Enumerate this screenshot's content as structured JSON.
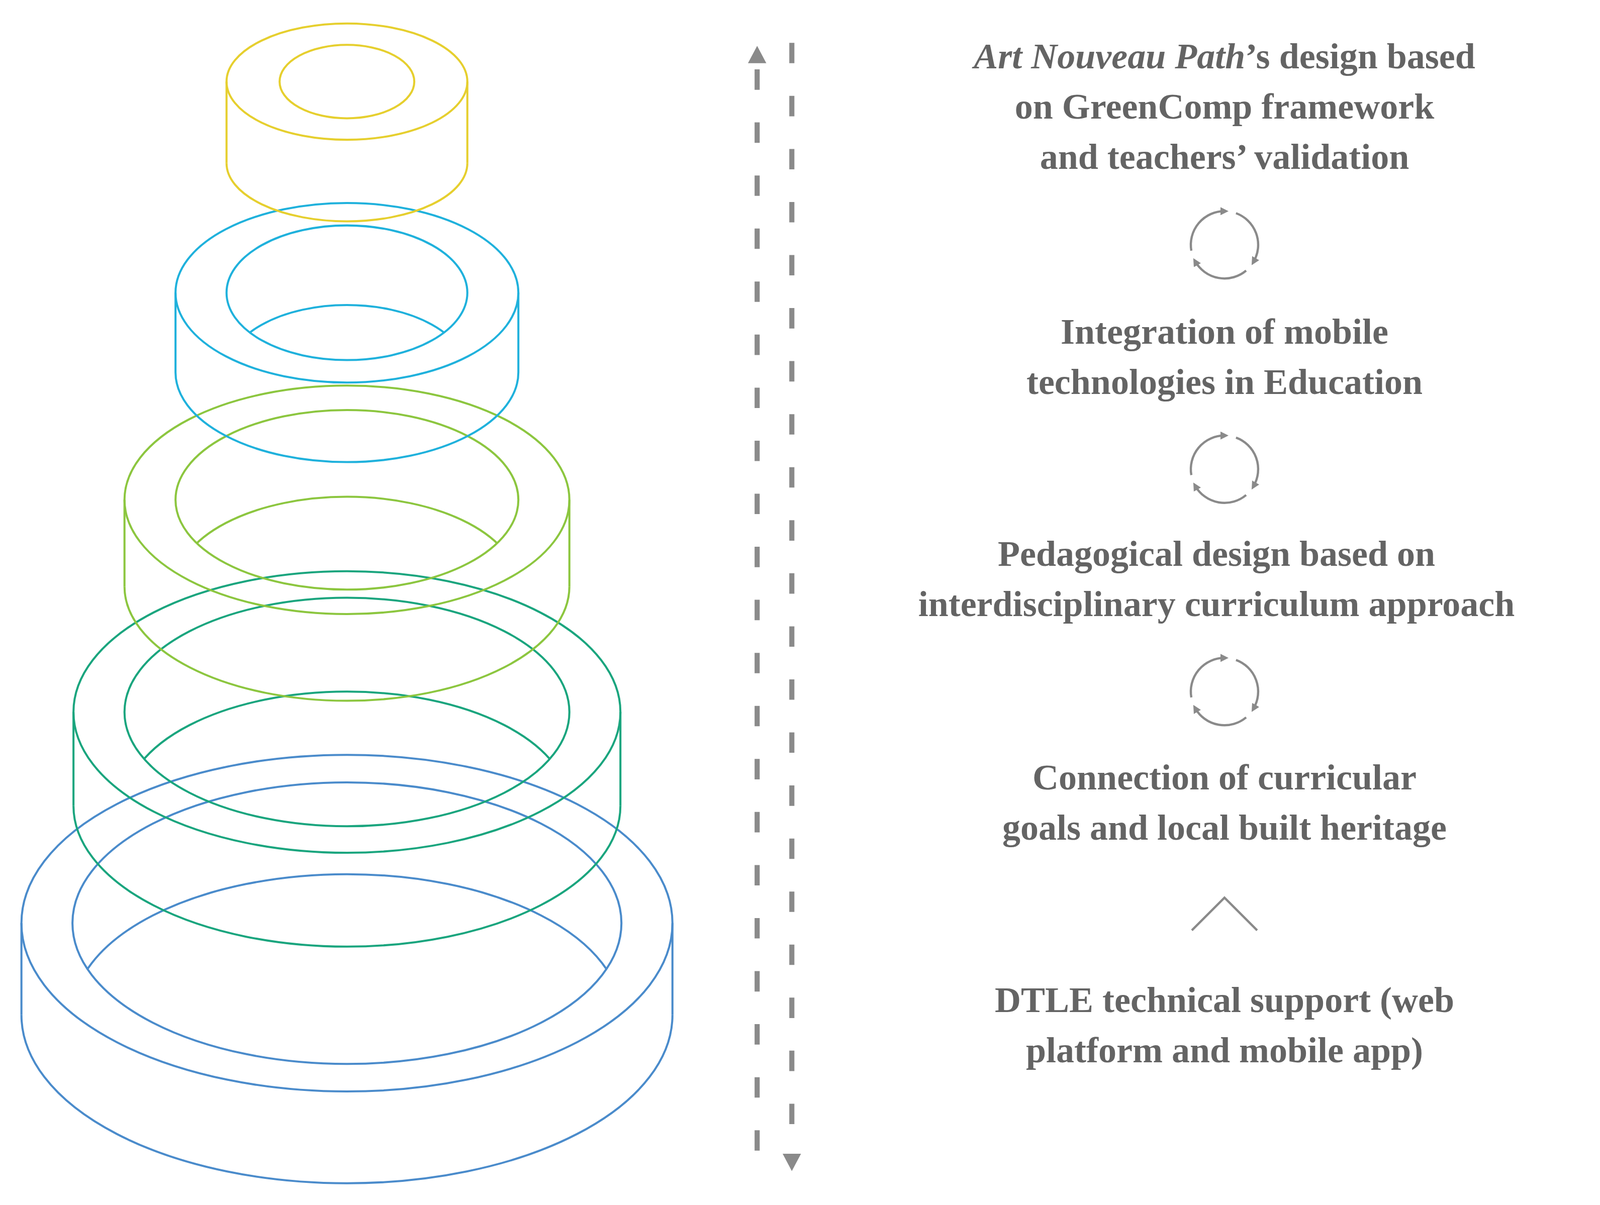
{
  "diagram": {
    "labels": [
      "Art Nouveau Path’s design based on GreenComp framework and teachers’ validation",
      "Integration of mobile technologies in Education",
      "Pedagogical design based on interdisciplinary curriculum approach",
      "Connection of curricular goals and local built heritage",
      "DTLE technical support (web platform and mobile app)"
    ]
  }
}
